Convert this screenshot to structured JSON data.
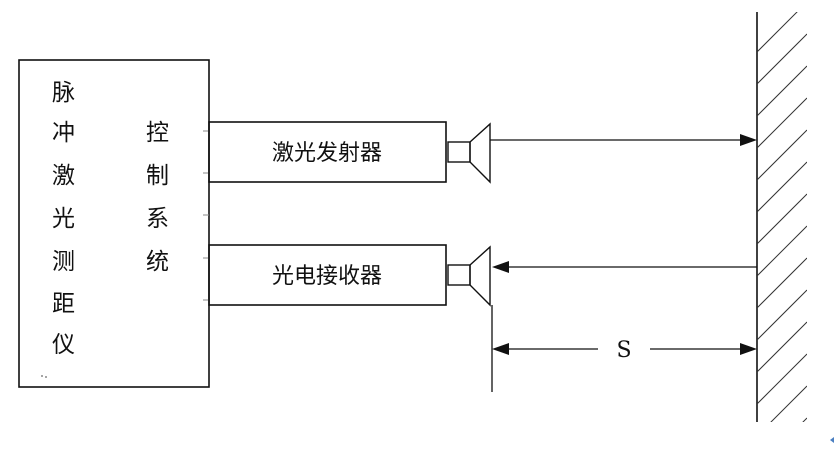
{
  "instrument": {
    "left_column": [
      "脉",
      "冲",
      "激",
      "光",
      "测",
      "距",
      "仪"
    ],
    "right_column": [
      "控",
      "制",
      "系",
      "统"
    ]
  },
  "emitter": {
    "label": "激光发射器"
  },
  "receiver": {
    "label": "光电接收器"
  },
  "distance": {
    "label": "S"
  }
}
